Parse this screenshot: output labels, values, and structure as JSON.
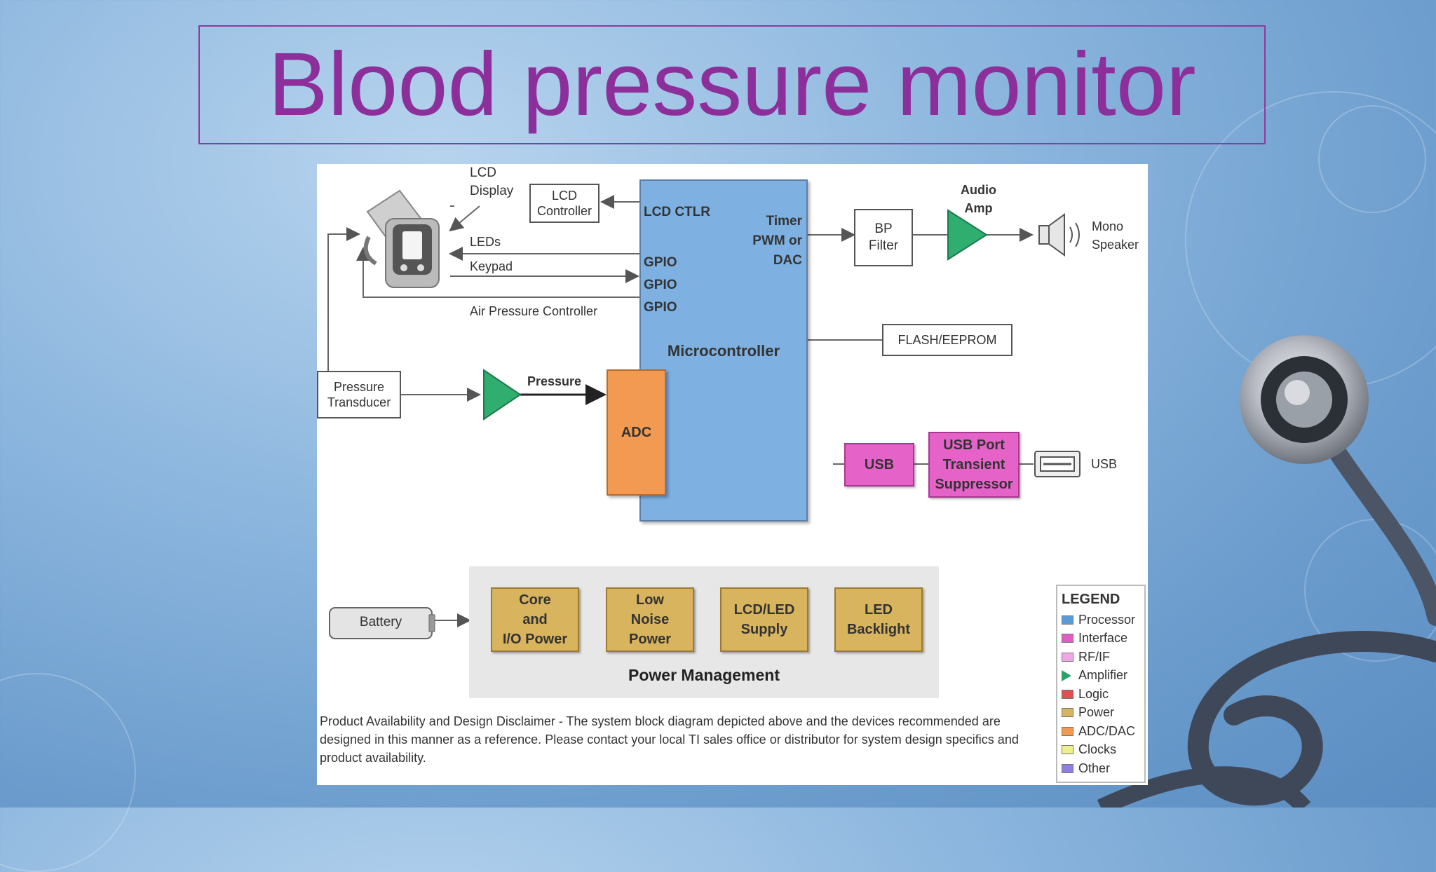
{
  "slide": {
    "title": "Blood pressure monitor"
  },
  "diagram": {
    "labels": {
      "lcd_display_1": "LCD",
      "lcd_display_2": "Display",
      "leds": "LEDs",
      "keypad": "Keypad",
      "air_pressure_controller": "Air Pressure Controller",
      "pressure": "Pressure",
      "audio_amp_1": "Audio",
      "audio_amp_2": "Amp",
      "mono_speaker_1": "Mono",
      "mono_speaker_2": "Speaker",
      "usb_connector": "USB",
      "power_management": "Power Management"
    },
    "blocks": {
      "lcd_controller_1": "LCD",
      "lcd_controller_2": "Controller",
      "lcd_ctlr": "LCD CTLR",
      "gpio_1": "GPIO",
      "gpio_2": "GPIO",
      "gpio_3": "GPIO",
      "timer_1": "Timer",
      "timer_2": "PWM or",
      "timer_3": "DAC",
      "microcontroller": "Microcontroller",
      "bp_filter_1": "BP",
      "bp_filter_2": "Filter",
      "flash": "FLASH/EEPROM",
      "pressure_transducer_1": "Pressure",
      "pressure_transducer_2": "Transducer",
      "adc": "ADC",
      "usb": "USB",
      "usb_suppressor_1": "USB Port",
      "usb_suppressor_2": "Transient",
      "usb_suppressor_3": "Suppressor",
      "battery": "Battery",
      "core_io_1": "Core",
      "core_io_2": "and",
      "core_io_3": "I/O Power",
      "low_noise_1": "Low",
      "low_noise_2": "Noise",
      "low_noise_3": "Power",
      "lcd_led_1": "LCD/LED",
      "lcd_led_2": "Supply",
      "led_backlight_1": "LED",
      "led_backlight_2": "Backlight"
    },
    "legend": {
      "title": "LEGEND",
      "items": [
        {
          "label": "Processor",
          "color": "#5b9bd5"
        },
        {
          "label": "Interface",
          "color": "#e05ec4"
        },
        {
          "label": "RF/IF",
          "color": "#f0a8e4"
        },
        {
          "label": "Amplifier",
          "color": "#2aa36a"
        },
        {
          "label": "Logic",
          "color": "#e05050"
        },
        {
          "label": "Power",
          "color": "#d9b45e"
        },
        {
          "label": "ADC/DAC",
          "color": "#f39a52"
        },
        {
          "label": "Clocks",
          "color": "#eef08a"
        },
        {
          "label": "Other",
          "color": "#8f7fe0"
        }
      ]
    },
    "disclaimer": "Product Availability and Design Disclaimer - The system block diagram depicted above and the devices recommended are designed in this manner as a reference. Please contact your local TI sales office or distributor for system design specifics and product availability."
  }
}
